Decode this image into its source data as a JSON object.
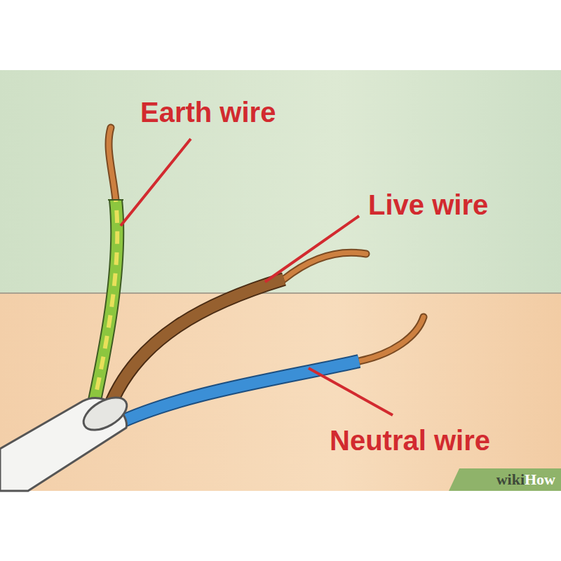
{
  "diagram": {
    "labels": [
      "Earth wire",
      "Live wire",
      "Neutral wire",
      "wiki",
      "How"
    ]
  }
}
